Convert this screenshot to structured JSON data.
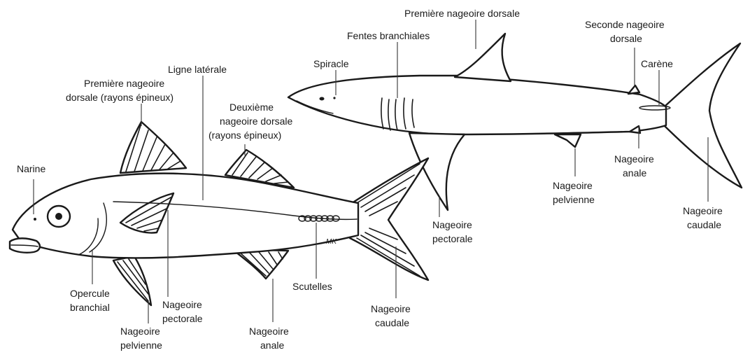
{
  "fish": {
    "labels": {
      "narine": "Narine",
      "premiere_dorsale_1": "Première nageoire",
      "premiere_dorsale_2": "dorsale (rayons épineux)",
      "ligne_laterale": "Ligne latérale",
      "deuxieme_dorsale_1": "Deuxième",
      "deuxieme_dorsale_2": "nageoire dorsale",
      "deuxieme_dorsale_3": "(rayons épineux)",
      "opercule_1": "Opercule",
      "opercule_2": "branchial",
      "pectorale_1": "Nageoire",
      "pectorale_2": "pectorale",
      "pelvienne_1": "Nageoire",
      "pelvienne_2": "pelvienne",
      "anale_1": "Nageoire",
      "anale_2": "anale",
      "scutelles": "Scutelles",
      "caudale_1": "Nageoire",
      "caudale_2": "caudale"
    },
    "signature": "MK"
  },
  "shark": {
    "labels": {
      "premiere_dorsale": "Première nageoire dorsale",
      "fentes": "Fentes branchiales",
      "spiracle": "Spiracle",
      "seconde_dorsale_1": "Seconde nageoire",
      "seconde_dorsale_2": "dorsale",
      "carene": "Carène",
      "pectorale_1": "Nageoire",
      "pectorale_2": "pectorale",
      "pelvienne_1": "Nageoire",
      "pelvienne_2": "pelvienne",
      "anale_1": "Nageoire",
      "anale_2": "anale",
      "caudale_1": "Nageoire",
      "caudale_2": "caudale"
    }
  }
}
